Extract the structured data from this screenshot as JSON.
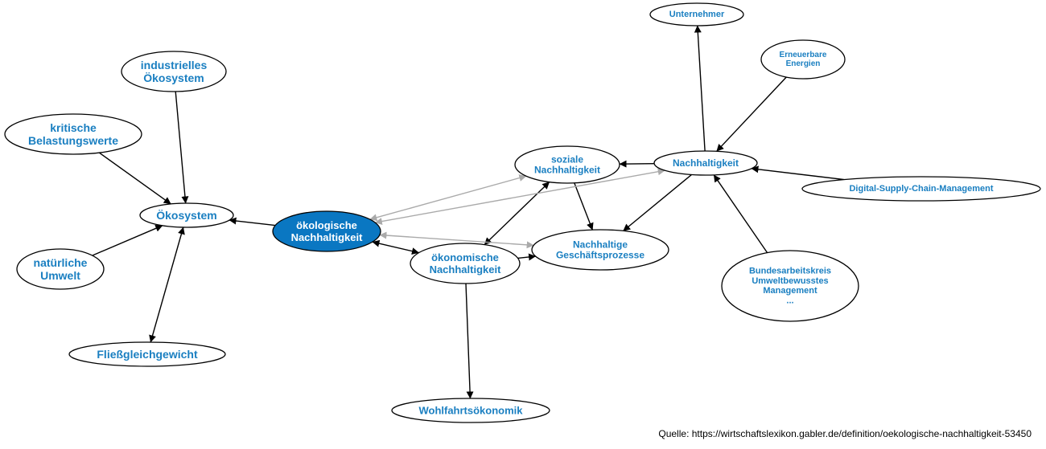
{
  "diagram": {
    "nodes": [
      {
        "id": "oekologische",
        "lines": [
          "ökologische",
          "Nachhaltigkeit"
        ],
        "center": true
      },
      {
        "id": "oekosystem",
        "lines": [
          "Ökosystem"
        ]
      },
      {
        "id": "industrielles",
        "lines": [
          "industrielles",
          "Ökosystem"
        ]
      },
      {
        "id": "kritische",
        "lines": [
          "kritische",
          "Belastungswerte"
        ]
      },
      {
        "id": "natuerliche",
        "lines": [
          "natürliche",
          "Umwelt"
        ]
      },
      {
        "id": "fliess",
        "lines": [
          "Fließgleichgewicht"
        ]
      },
      {
        "id": "oekonomische",
        "lines": [
          "ökonomische",
          "Nachhaltigkeit"
        ]
      },
      {
        "id": "wohlfahrt",
        "lines": [
          "Wohlfahrtsökonomik"
        ]
      },
      {
        "id": "soziale",
        "lines": [
          "soziale",
          "Nachhaltigkeit"
        ]
      },
      {
        "id": "geschaeft",
        "lines": [
          "Nachhaltige",
          "Geschäftsprozesse"
        ]
      },
      {
        "id": "nachhaltigkeit",
        "lines": [
          "Nachhaltigkeit"
        ]
      },
      {
        "id": "unternehmer",
        "lines": [
          "Unternehmer"
        ]
      },
      {
        "id": "erneuerbare",
        "lines": [
          "Erneuerbare",
          "Energien"
        ]
      },
      {
        "id": "digital",
        "lines": [
          "Digital-Supply-Chain-Management"
        ]
      },
      {
        "id": "bundes",
        "lines": [
          "Bundesarbeitskreis",
          "Umweltbewusstes",
          "Management",
          "..."
        ]
      }
    ],
    "edges": [
      {
        "from": "oekologische",
        "to": "oekosystem",
        "dir": "forward",
        "color": "black"
      },
      {
        "from": "industrielles",
        "to": "oekosystem",
        "dir": "forward",
        "color": "black"
      },
      {
        "from": "kritische",
        "to": "oekosystem",
        "dir": "forward",
        "color": "black"
      },
      {
        "from": "natuerliche",
        "to": "oekosystem",
        "dir": "forward",
        "color": "black"
      },
      {
        "from": "oekosystem",
        "to": "fliess",
        "dir": "both",
        "color": "black"
      },
      {
        "from": "oekologische",
        "to": "oekonomische",
        "dir": "both",
        "color": "black"
      },
      {
        "from": "oekonomische",
        "to": "wohlfahrt",
        "dir": "forward",
        "color": "black"
      },
      {
        "from": "oekonomische",
        "to": "soziale",
        "dir": "both",
        "color": "black"
      },
      {
        "from": "oekonomische",
        "to": "geschaeft",
        "dir": "forward",
        "color": "black"
      },
      {
        "from": "soziale",
        "to": "geschaeft",
        "dir": "forward",
        "color": "black"
      },
      {
        "from": "nachhaltigkeit",
        "to": "soziale",
        "dir": "forward",
        "color": "black"
      },
      {
        "from": "nachhaltigkeit",
        "to": "geschaeft",
        "dir": "forward",
        "color": "black"
      },
      {
        "from": "nachhaltigkeit",
        "to": "unternehmer",
        "dir": "forward",
        "color": "black"
      },
      {
        "from": "erneuerbare",
        "to": "nachhaltigkeit",
        "dir": "forward",
        "color": "black"
      },
      {
        "from": "digital",
        "to": "nachhaltigkeit",
        "dir": "forward",
        "color": "black"
      },
      {
        "from": "bundes",
        "to": "nachhaltigkeit",
        "dir": "forward",
        "color": "black"
      },
      {
        "from": "oekologische",
        "to": "soziale",
        "dir": "both",
        "color": "gray"
      },
      {
        "from": "oekologische",
        "to": "nachhaltigkeit",
        "dir": "both",
        "color": "gray"
      },
      {
        "from": "oekologische",
        "to": "geschaeft",
        "dir": "both",
        "color": "gray"
      }
    ],
    "colors": {
      "label": "#1a7fc1",
      "center_fill": "#0a77c2",
      "gray_edge": "#aaaaaa"
    }
  },
  "source": "Quelle: https://wirtschaftslexikon.gabler.de/definition/oekologische-nachhaltigkeit-53450"
}
